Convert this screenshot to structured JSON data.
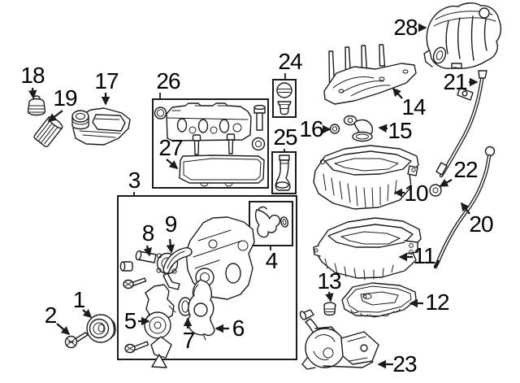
{
  "diagram": {
    "background_color": "#ffffff",
    "line_color": "#1b1b1b",
    "label_color": "#000000",
    "callouts": [
      {
        "num": "1"
      },
      {
        "num": "2"
      },
      {
        "num": "3"
      },
      {
        "num": "4"
      },
      {
        "num": "5"
      },
      {
        "num": "6"
      },
      {
        "num": "7"
      },
      {
        "num": "8"
      },
      {
        "num": "9"
      },
      {
        "num": "10"
      },
      {
        "num": "11"
      },
      {
        "num": "12"
      },
      {
        "num": "13"
      },
      {
        "num": "14"
      },
      {
        "num": "15"
      },
      {
        "num": "16"
      },
      {
        "num": "17"
      },
      {
        "num": "18"
      },
      {
        "num": "19"
      },
      {
        "num": "20"
      },
      {
        "num": "21"
      },
      {
        "num": "22"
      },
      {
        "num": "23"
      },
      {
        "num": "24"
      },
      {
        "num": "25"
      },
      {
        "num": "26"
      },
      {
        "num": "27"
      },
      {
        "num": "28"
      }
    ]
  }
}
